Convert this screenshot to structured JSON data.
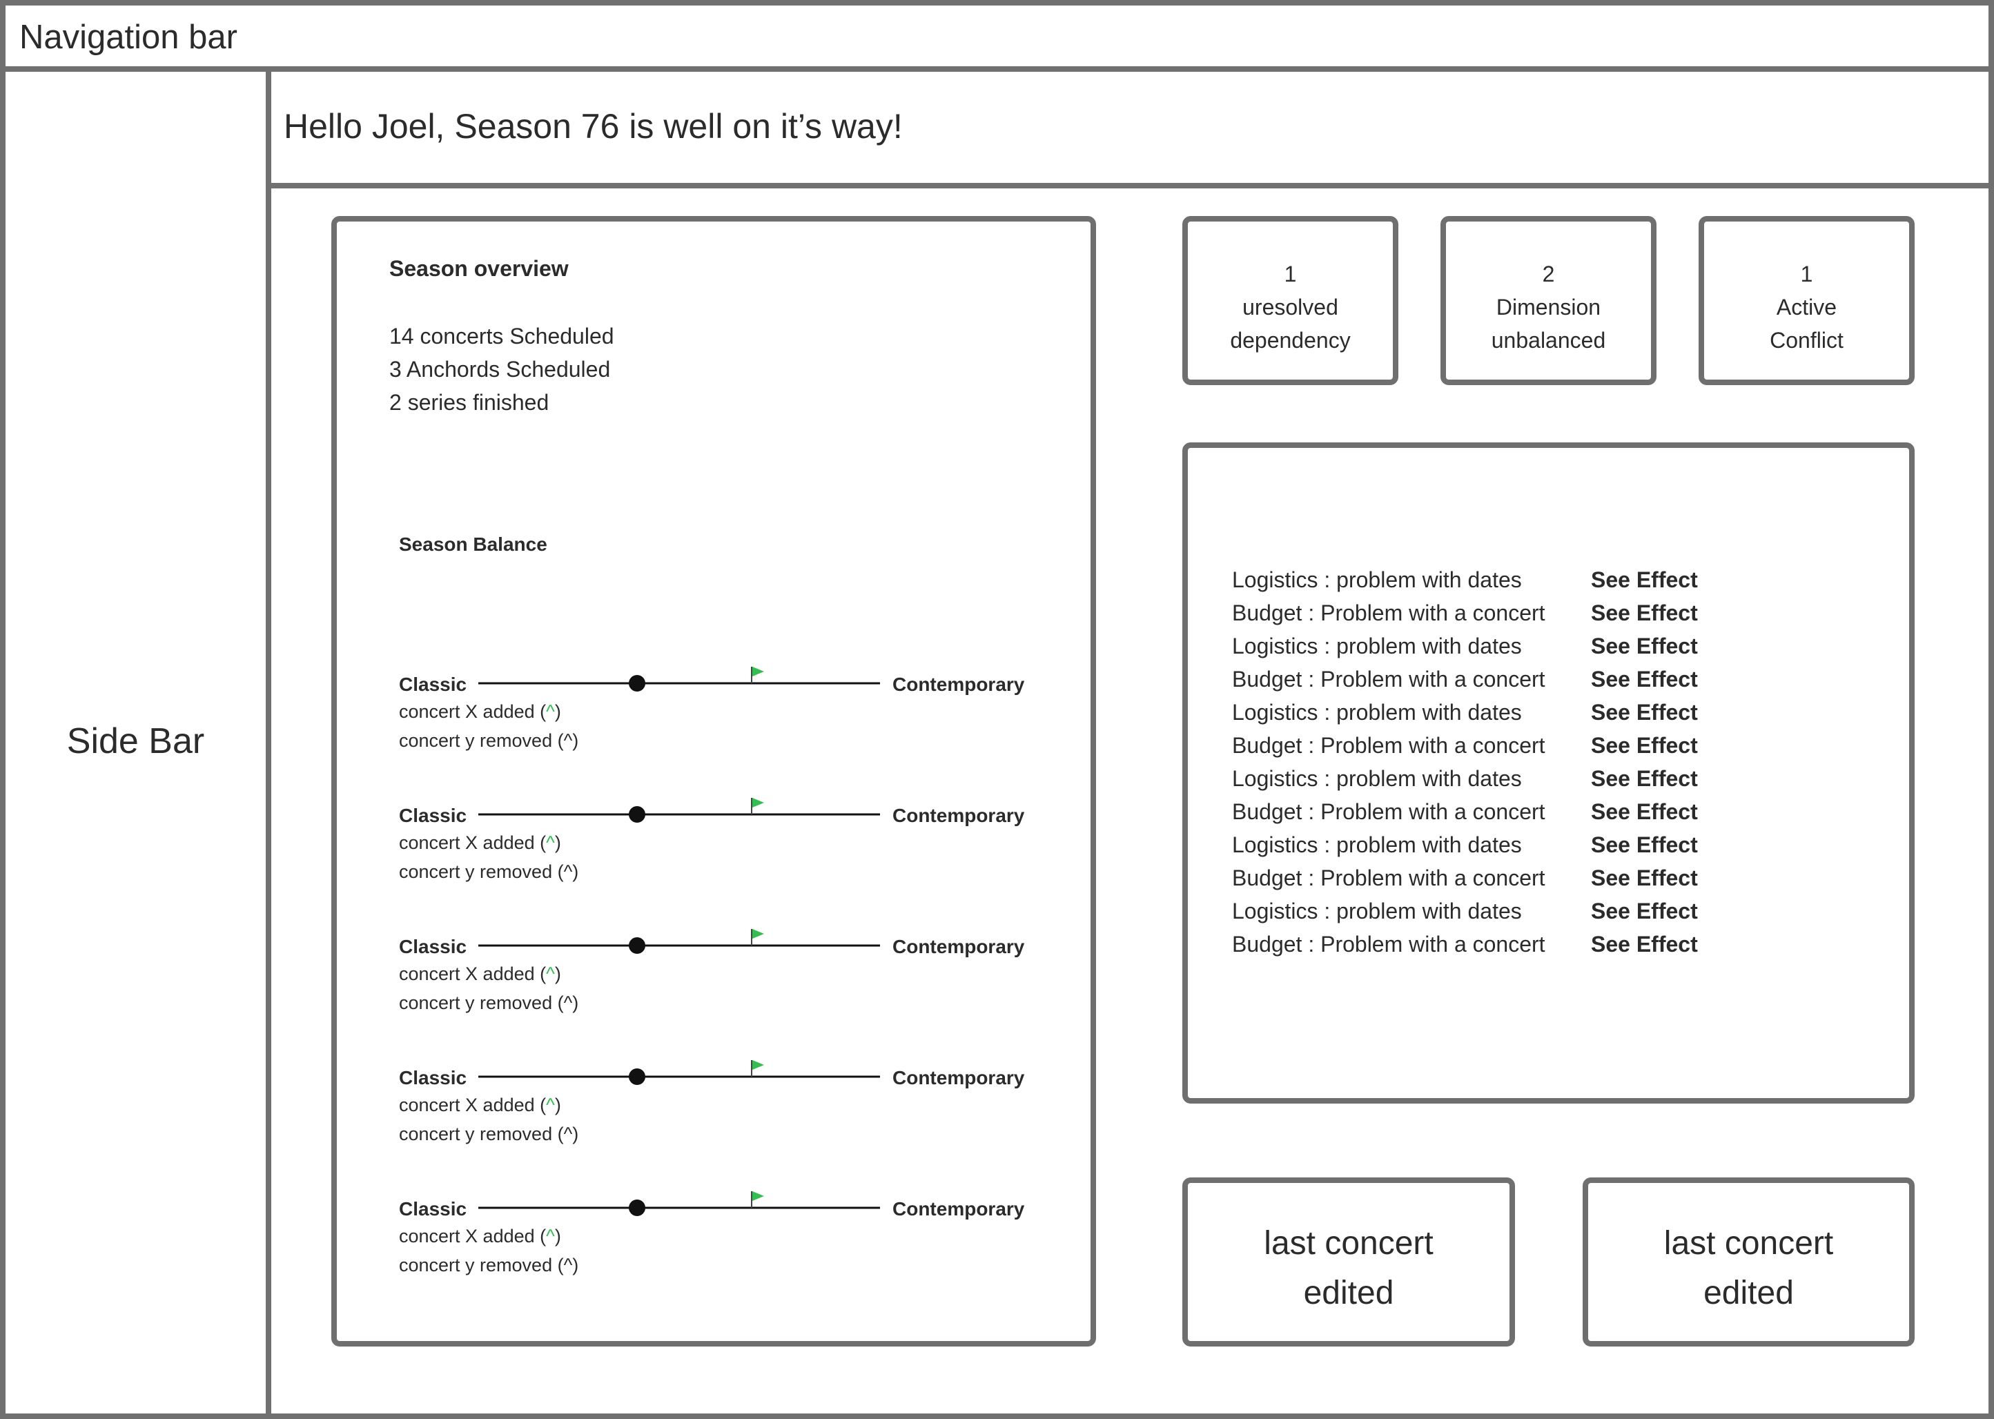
{
  "nav": {
    "title": "Navigation bar"
  },
  "sidebar": {
    "title": "Side Bar"
  },
  "greeting": "Hello Joel, Season 76 is well on it’s way!",
  "overview": {
    "title": "Season overview",
    "stats": [
      "14 concerts Scheduled",
      "3 Anchords Scheduled",
      "2 series finished"
    ],
    "balance_title": "Season Balance",
    "sliders": [
      {
        "left": "Classic",
        "right": "Contemporary",
        "added_prefix": "concert X added (",
        "added_caret": "^",
        "added_suffix": ")",
        "removed": "concert y removed (^)"
      },
      {
        "left": "Classic",
        "right": "Contemporary",
        "added_prefix": "concert X added (",
        "added_caret": "^",
        "added_suffix": ")",
        "removed": "concert y removed (^)"
      },
      {
        "left": "Classic",
        "right": "Contemporary",
        "added_prefix": "concert X added (",
        "added_caret": "^",
        "added_suffix": ")",
        "removed": "concert y removed (^)"
      },
      {
        "left": "Classic",
        "right": "Contemporary",
        "added_prefix": "concert X added (",
        "added_caret": "^",
        "added_suffix": ")",
        "removed": "concert y removed (^)"
      },
      {
        "left": "Classic",
        "right": "Contemporary",
        "added_prefix": "concert X added (",
        "added_caret": "^",
        "added_suffix": ")",
        "removed": "concert y removed (^)"
      }
    ]
  },
  "stat_cards": {
    "dependency": {
      "number": "1",
      "line1": "uresolved",
      "line2": "dependency"
    },
    "dimension": {
      "number": "2",
      "line1": "Dimension",
      "line2": "unbalanced"
    },
    "conflict": {
      "number": "1",
      "line1": "Active",
      "line2": "Conflict"
    }
  },
  "issues": [
    {
      "text": "Logistics : problem with dates",
      "action": "See Effect"
    },
    {
      "text": "Budget : Problem with a concert",
      "action": "See Effect"
    },
    {
      "text": "Logistics : problem with dates",
      "action": "See Effect"
    },
    {
      "text": "Budget : Problem with a concert",
      "action": "See Effect"
    },
    {
      "text": "Logistics : problem with dates",
      "action": "See Effect"
    },
    {
      "text": "Budget : Problem with a concert",
      "action": "See Effect"
    },
    {
      "text": "Logistics : problem with dates",
      "action": "See Effect"
    },
    {
      "text": "Budget : Problem with a concert",
      "action": "See Effect"
    },
    {
      "text": "Logistics : problem with dates",
      "action": "See Effect"
    },
    {
      "text": "Budget : Problem with a concert",
      "action": "See Effect"
    },
    {
      "text": "Logistics : problem with dates",
      "action": "See Effect"
    },
    {
      "text": "Budget : Problem with a concert",
      "action": "See Effect"
    }
  ],
  "last_cards": [
    {
      "line1": "last concert",
      "line2": "edited"
    },
    {
      "line1": "last concert",
      "line2": "edited"
    }
  ],
  "colors": {
    "border": "#707070",
    "flag": "#2fc04f",
    "text": "#2b2b2b"
  },
  "icons": {
    "flag": "flag-icon",
    "knob": "slider-knob"
  }
}
